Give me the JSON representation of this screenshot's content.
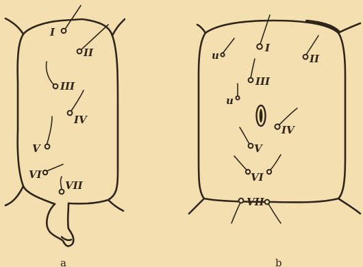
{
  "panel_a": {
    "caption": "a",
    "setae": {
      "I": "I",
      "II": "II",
      "III": "III",
      "IV": "IV",
      "V": "V",
      "VI": "VI",
      "VII": "VII"
    }
  },
  "panel_b": {
    "caption": "b",
    "setae": {
      "u1": "u",
      "u2": "u",
      "I": "I",
      "II": "II",
      "III": "III",
      "IV": "IV",
      "V": "V",
      "VI": "VI",
      "VII": "VII"
    }
  }
}
